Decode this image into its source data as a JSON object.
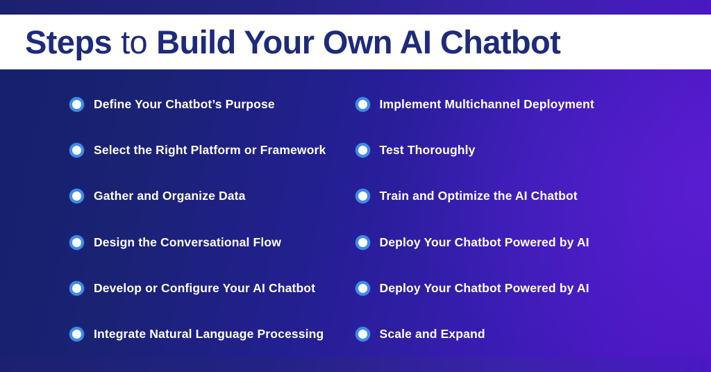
{
  "title": {
    "part1": "Steps",
    "part2": "to",
    "part3": "Build Your Own AI Chatbot",
    "color": "#1e2a7a"
  },
  "theme": {
    "band_background": "#ffffff",
    "gradient_start": "#16206c",
    "gradient_end": "#4d17c4",
    "bullet_ring": "#3e8de8",
    "bullet_fill": "#ffffff",
    "text_color": "#ffffff"
  },
  "columns": {
    "left": {
      "items": [
        {
          "label": "Define Your Chatbot’s Purpose"
        },
        {
          "label": "Select the Right Platform or Framework"
        },
        {
          "label": "Gather and Organize Data"
        },
        {
          "label": "Design the Conversational Flow"
        },
        {
          "label": "Develop or Configure Your AI Chatbot"
        },
        {
          "label": "Integrate Natural Language Processing"
        }
      ]
    },
    "right": {
      "items": [
        {
          "label": "Implement Multichannel Deployment"
        },
        {
          "label": "Test Thoroughly"
        },
        {
          "label": "Train and Optimize the AI Chatbot"
        },
        {
          "label": "Deploy Your Chatbot Powered by AI"
        },
        {
          "label": "Deploy Your Chatbot Powered by AI"
        },
        {
          "label": "Scale and Expand"
        }
      ]
    }
  }
}
